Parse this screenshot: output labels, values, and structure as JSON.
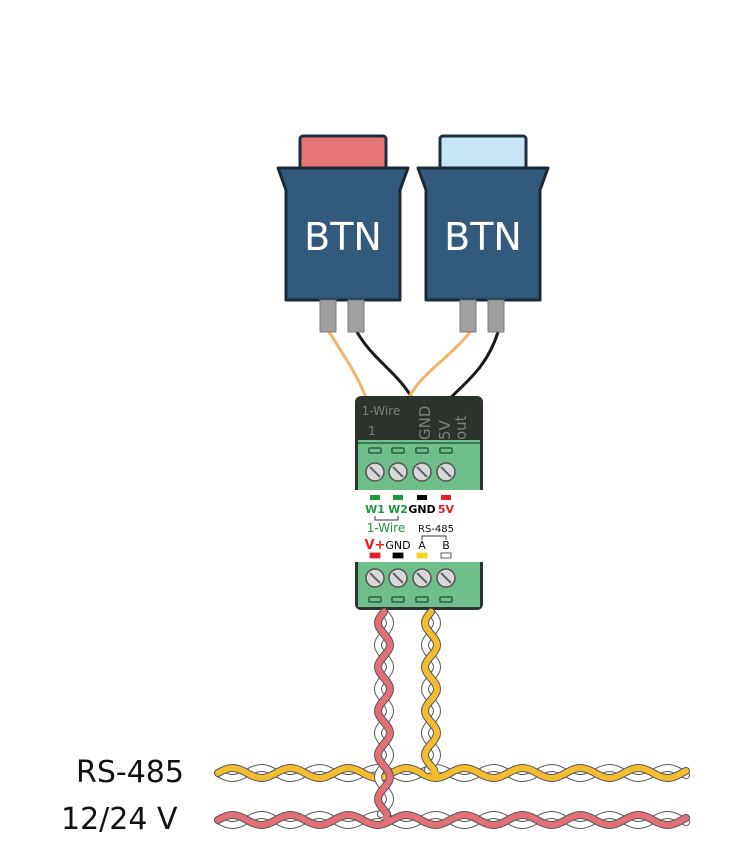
{
  "buttons": [
    {
      "label": "BTN",
      "cap_color": "#e87575"
    },
    {
      "label": "BTN",
      "cap_color": "#c7e6f5"
    }
  ],
  "module": {
    "top_labels": {
      "w1": "1-Wire",
      "w1_sub": "1",
      "gnd": "GND",
      "v5": "5V",
      "v5_sub": "out"
    },
    "terminals_top": [
      {
        "label": "W1",
        "color": "#1a9a3c"
      },
      {
        "label": "W2",
        "color": "#1a9a3c"
      },
      {
        "label": "GND",
        "color": "#000000"
      },
      {
        "label": "5V",
        "color": "#e41e25"
      }
    ],
    "group_1wire": "1-Wire",
    "group_rs485": "RS-485",
    "terminals_bottom": [
      {
        "label": "V+",
        "color": "#e41e25"
      },
      {
        "label": "GND",
        "color": "#000000"
      },
      {
        "label": "A",
        "color": "#f7d21e"
      },
      {
        "label": "B",
        "color": "#ffffff"
      }
    ]
  },
  "buses": [
    {
      "label": "RS-485",
      "colors": [
        "#f4bd2f",
        "#ffffff"
      ]
    },
    {
      "label": "12/24 V",
      "colors": [
        "#e56f78",
        "#ffffff"
      ]
    }
  ],
  "wire_colors": {
    "data": "#f6b46a",
    "ground": "#1a1a1a"
  },
  "colors": {
    "button_body": "#325a7c",
    "terminal_green": "#6fbe8b",
    "module_dark": "#2c332c"
  }
}
